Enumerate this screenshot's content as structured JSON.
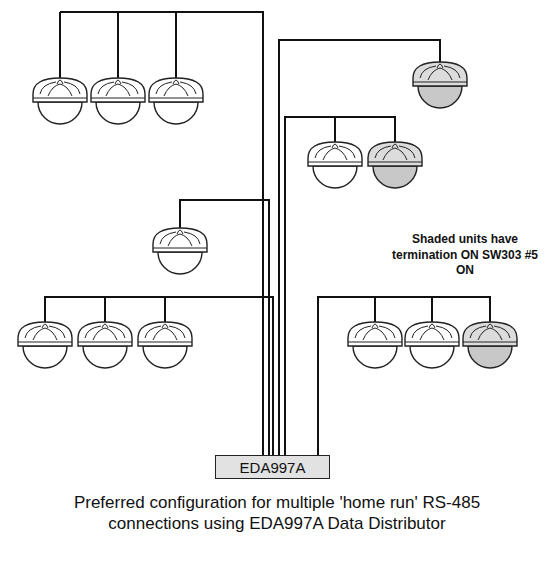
{
  "diagram": {
    "caption": "Preferred configuration for multiple 'home run' RS-485 connections using EDA997A Data Distributor",
    "nodes": [
      {
        "text": [
          "EDA997A"
        ]
      }
    ],
    "labels": [
      "Shaded units have termination ON SW303 #5 ON"
    ]
  }
}
